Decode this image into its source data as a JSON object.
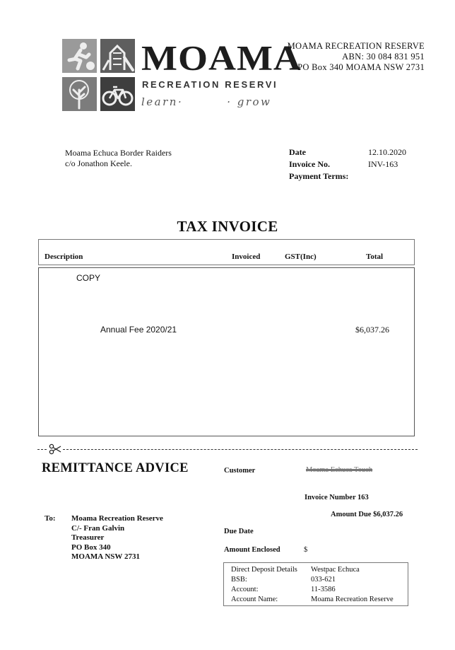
{
  "logo": {
    "name": "MOAMA",
    "subtitle": "RECREATION RESERVI",
    "tagline_left": "learn·",
    "tagline_right": "· grow"
  },
  "company": {
    "name": "MOAMA RECREATION RESERVE",
    "abn": "ABN: 30 084 831 951",
    "address": "PO Box 340 MOAMA NSW 2731"
  },
  "bill_to": {
    "line1": "Moama Echuca Border Raiders",
    "line2": "c/o Jonathon Keele."
  },
  "invoice_meta": {
    "date_label": "Date",
    "date_value": "12.10.2020",
    "number_label": "Invoice No.",
    "number_value": "INV-163",
    "terms_label": "Payment Terms:",
    "terms_value": ""
  },
  "title": "TAX INVOICE",
  "table": {
    "headers": {
      "description": "Description",
      "invoiced": "Invoiced",
      "gst": "GST(Inc)",
      "total": "Total"
    },
    "copy_mark": "COPY",
    "items": [
      {
        "description": "Annual Fee  2020/21",
        "total": "$6,037.26"
      }
    ]
  },
  "remittance": {
    "title": "REMITTANCE ADVICE",
    "customer_label": "Customer",
    "customer_value": "Moama Echuca Touch",
    "invoice_number_text": "Invoice Number 163",
    "amount_due_text": "Amount Due $6,037.26",
    "due_date_label": "Due Date",
    "amount_enclosed_label": "Amount Enclosed",
    "amount_enclosed_value": "$",
    "to_label": "To:",
    "to_lines": [
      "Moama Recreation Reserve",
      "C/- Fran Galvin",
      "Treasurer",
      "PO Box 340",
      "MOAMA  NSW  2731"
    ]
  },
  "deposit": {
    "header_label": "Direct Deposit Details",
    "bank": "Westpac Echuca",
    "bsb_label": "BSB:",
    "bsb_value": "033-621",
    "account_label": "Account:",
    "account_value": "11-3586",
    "account_name_label": "Account Name:",
    "account_name_value": "Moama Recreation Reserve"
  }
}
